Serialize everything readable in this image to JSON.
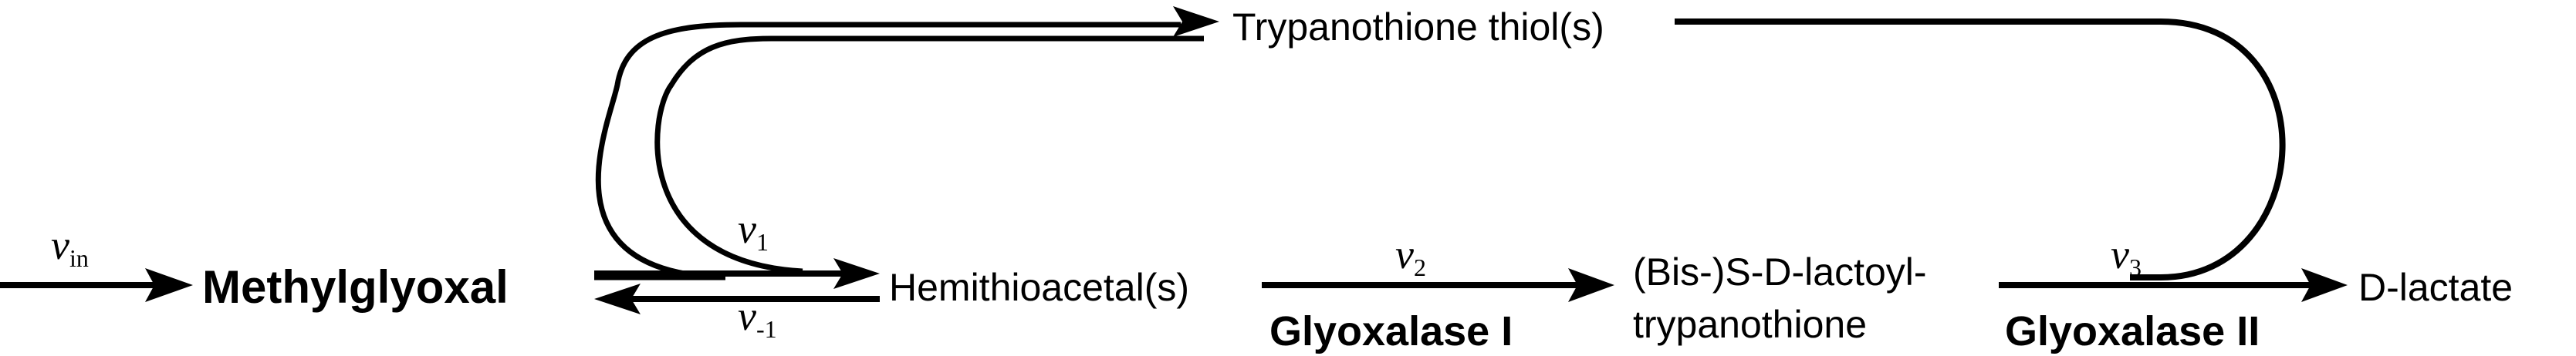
{
  "diagram": {
    "nodes": {
      "input_rate": {
        "symbol": "v",
        "subscript": "in"
      },
      "methylglyoxal": "Methylglyoxal",
      "trypanothione_thiols": "Trypanothione thiol(s)",
      "hemithioacetal": "Hemithioacetal(s)",
      "lactoyl_line1": "(Bis-)S-D-lactoyl-",
      "lactoyl_line2": "trypanothione",
      "d_lactate": "D-lactate"
    },
    "rates": {
      "v1": {
        "symbol": "v",
        "subscript": "1"
      },
      "v_minus1": {
        "symbol": "v",
        "subscript": "-1"
      },
      "v2": {
        "symbol": "v",
        "subscript": "2"
      },
      "v3": {
        "symbol": "v",
        "subscript": "3"
      }
    },
    "enzymes": {
      "glyoxalase_1": "Glyoxalase I",
      "glyoxalase_2": "Glyoxalase II"
    }
  }
}
